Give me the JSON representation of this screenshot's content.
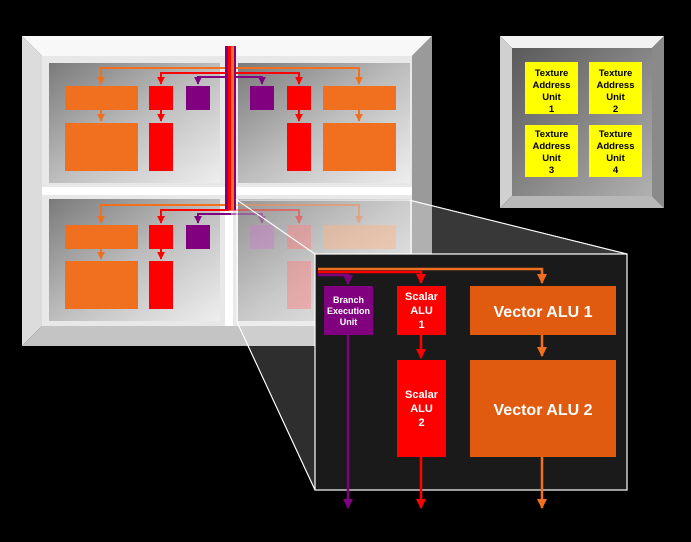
{
  "colors": {
    "background": "#000000",
    "orange": "#f07020",
    "red": "#ff0000",
    "purple": "#800080",
    "yellow": "#ffff00",
    "zoom_panel": "#1a1a1a"
  },
  "texture_units": [
    {
      "l1": "Texture",
      "l2": "Address",
      "l3": "Unit",
      "l4": "1"
    },
    {
      "l1": "Texture",
      "l2": "Address",
      "l3": "Unit",
      "l4": "2"
    },
    {
      "l1": "Texture",
      "l2": "Address",
      "l3": "Unit",
      "l4": "3"
    },
    {
      "l1": "Texture",
      "l2": "Address",
      "l3": "Unit",
      "l4": "4"
    }
  ],
  "detail": {
    "branch": {
      "l1": "Branch",
      "l2": "Execution",
      "l3": "Unit"
    },
    "scalar1": {
      "l1": "Scalar",
      "l2": "ALU",
      "l3": "1"
    },
    "scalar2": {
      "l1": "Scalar",
      "l2": "ALU",
      "l3": "2"
    },
    "vector1": "Vector ALU 1",
    "vector2": "Vector ALU 2"
  }
}
